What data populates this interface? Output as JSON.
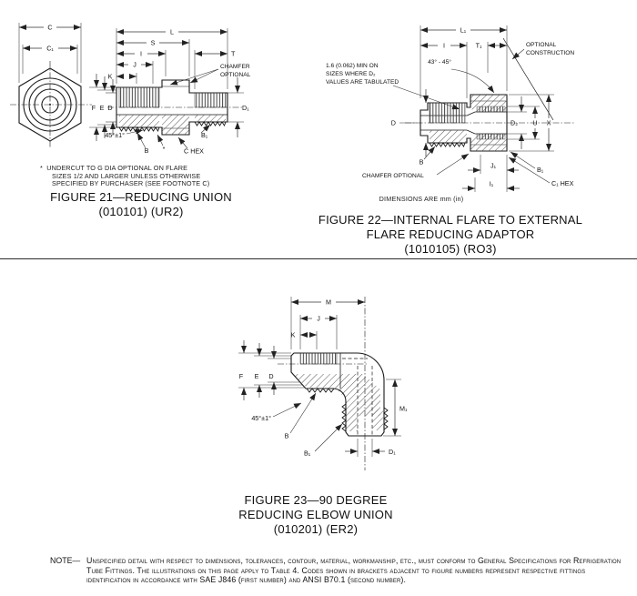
{
  "fig21": {
    "caption1": "FIGURE 21—REDUCING UNION",
    "caption2": "(010101) (UR2)",
    "footnote_marker": "*",
    "footnote1": "UNDERCUT TO G DIA OPTIONAL ON FLARE",
    "footnote2": "SIZES 1/2 AND LARGER UNLESS OTHERWISE",
    "footnote3": "SPECIFIED BY PURCHASER (SEE FOOTNOTE C)",
    "labels": {
      "C": "C",
      "C1": "C₁",
      "L": "L",
      "S": "S",
      "I": "I",
      "J": "J",
      "K": "K",
      "T": "T",
      "chamfer1": "CHAMFER",
      "chamfer2": "OPTIONAL",
      "F": "F",
      "E": "E",
      "D": "D",
      "D1": "D₁",
      "angle": "45°±1°",
      "B": "B",
      "star": "*",
      "CHEX": "C HEX",
      "B1": "B₁"
    }
  },
  "fig22": {
    "caption1": "FIGURE 22—INTERNAL FLARE TO EXTERNAL",
    "caption2": "FLARE REDUCING ADAPTOR",
    "caption3": "(1010105) (RO3)",
    "units_note": "DIMENSIONS ARE mm (in)",
    "min_note1": "1.6 (0.062) MIN ON",
    "min_note2": "SIZES WHERE D₂",
    "min_note3": "VALUES ARE TABULATED",
    "labels": {
      "L1": "L₁",
      "I": "I",
      "T1": "T₁",
      "angle": "43° - 45°",
      "optional1": "OPTIONAL",
      "optional2": "CONSTRUCTION",
      "D": "D",
      "D2": "D₂",
      "U": "U",
      "X": "X",
      "B": "B",
      "chamfer": "CHAMFER OPTIONAL",
      "J1": "J₁",
      "I1": "I₁",
      "B1": "B₁",
      "C1HEX": "C₁ HEX"
    }
  },
  "fig23": {
    "caption1": "FIGURE 23—90 DEGREE",
    "caption2": "REDUCING ELBOW UNION",
    "caption3": "(010201) (ER2)",
    "labels": {
      "M": "M",
      "J": "J",
      "K": "K",
      "F": "F",
      "E": "E",
      "D": "D",
      "angle": "45°±1°",
      "B": "B",
      "B1": "B₁",
      "M1": "M₁",
      "D1": "D₁"
    }
  },
  "note": {
    "prefix": "NOTE—",
    "text": "Unspecified detail with respect to dimensions, tolerances, contour, material, workmanship, etc., must conform to General Specifications for Refrigeration Tube Fittings.  The illustrations on this page apply to Table 4.  Codes shown in brackets adjacent to figure numbers represent respective fittings identification in accordance with SAE J846 (first number) and ANSI B70.1 (second number)."
  }
}
